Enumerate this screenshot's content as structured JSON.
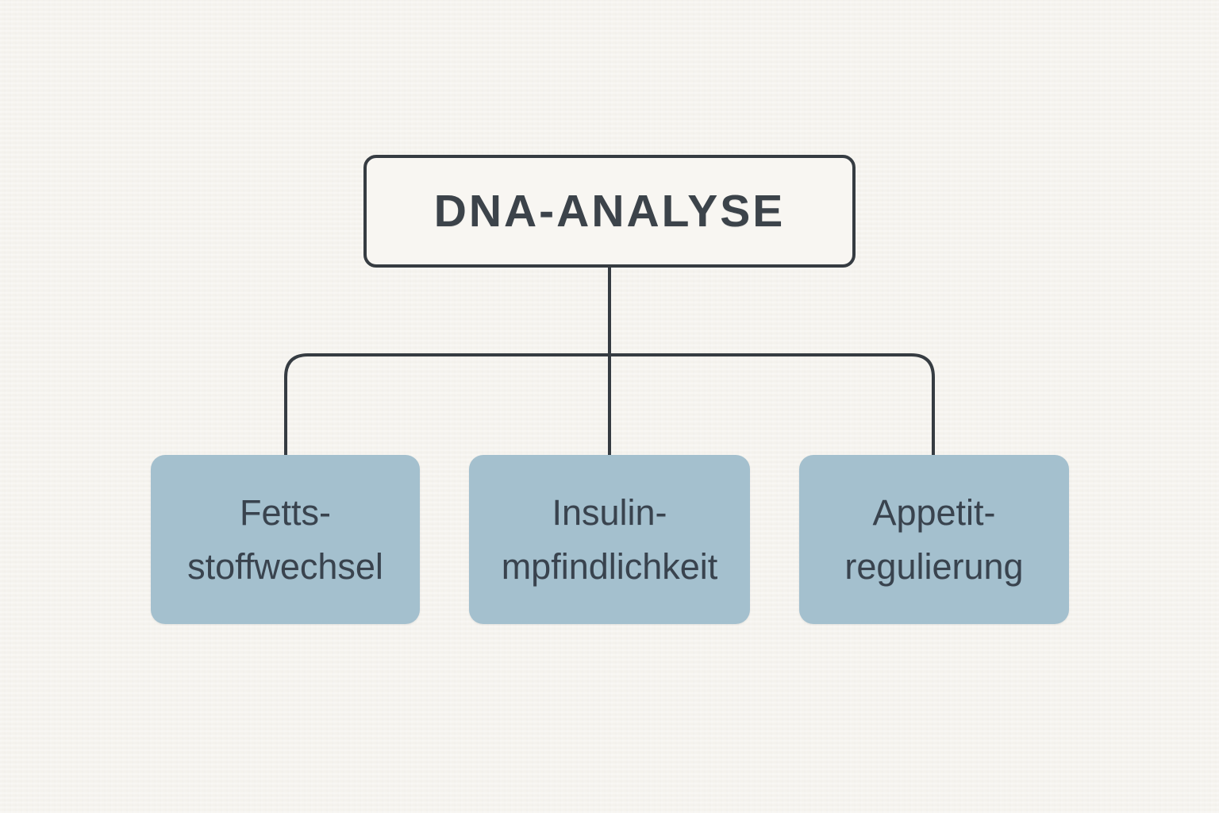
{
  "diagram": {
    "title": "DNA-ANALYSE",
    "root": {
      "label": "DNA-ANALYSE"
    },
    "children": [
      {
        "id": "fettsstoffwechsel",
        "line1": "Fetts-",
        "line2": "stoffwechsel"
      },
      {
        "id": "insulinempfindlichkeit",
        "line1": "Insulin-",
        "line2": "mpfindlichkeit"
      },
      {
        "id": "appetitregulierung",
        "line1": "Appetit-",
        "line2": "regulierung"
      }
    ],
    "colors": {
      "background": "#f5f3ee",
      "root_fill": "#f8f6f2",
      "root_border": "#363c42",
      "root_text": "#3c434a",
      "connector_line": "#363c42",
      "child_fill": "#a4c0ce",
      "child_text": "#39434e"
    }
  }
}
